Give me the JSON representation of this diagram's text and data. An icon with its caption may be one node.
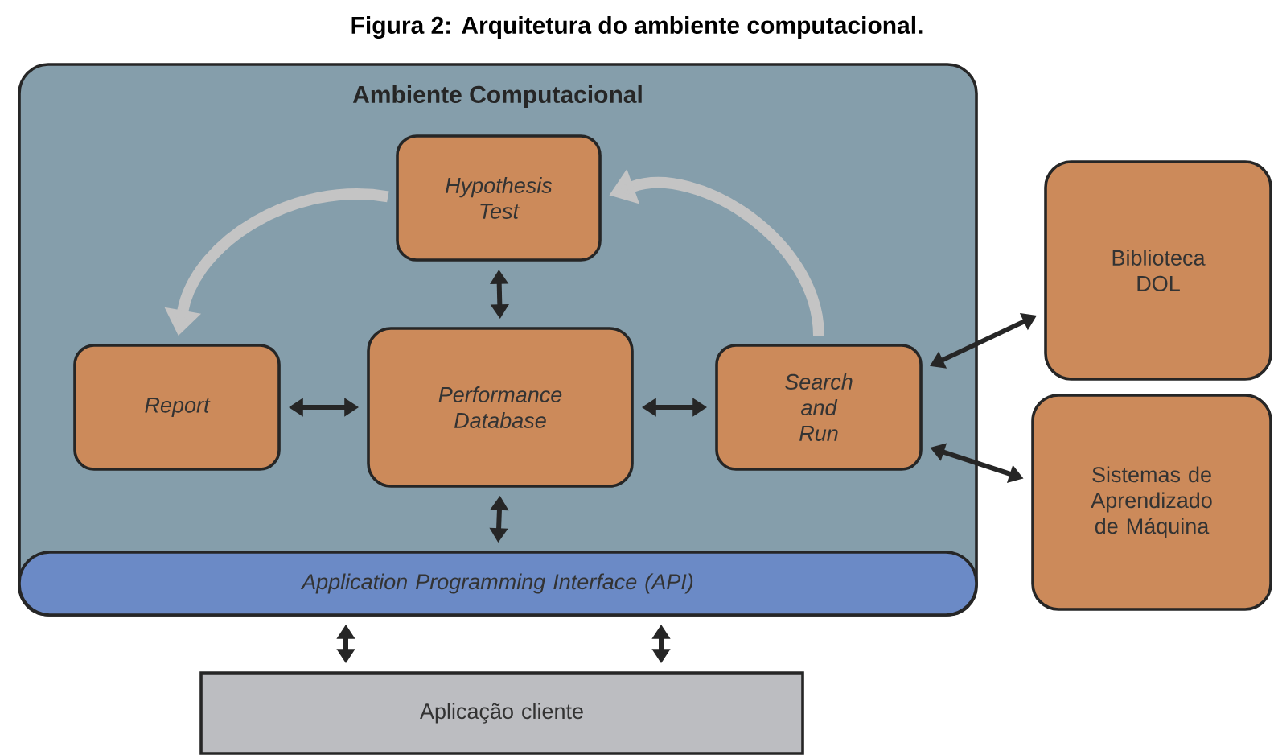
{
  "diagram": {
    "title": "Figura 2: Arquitetura do ambiente computacional.",
    "nodes": [
      {
        "text": [
          "Ambiente Computacional"
        ]
      },
      {
        "text": [
          "Hypothesis Test"
        ],
        "in": 0
      },
      {
        "text": [
          "Report"
        ],
        "in": 0
      },
      {
        "text": [
          "Performance Database"
        ],
        "in": 0
      },
      {
        "text": [
          "Search and Run"
        ],
        "in": 0
      },
      {
        "text": [
          "Application Programming Interface (API)"
        ],
        "in": 0
      },
      {
        "text": [
          "Biblioteca DOL"
        ]
      },
      {
        "text": [
          "Sistemas de Aprendizado de Máquina"
        ]
      },
      {
        "text": [
          "Aplicação cliente"
        ]
      }
    ],
    "edges": [
      {
        "from": 1,
        "to": 2,
        "arrow": "to",
        "style": "thick",
        "color": "#c4c4c4"
      },
      {
        "from": 4,
        "to": 1,
        "arrow": "to",
        "style": "thick",
        "color": "#c4c4c4"
      },
      {
        "from": 1,
        "to": 3,
        "arrow": "both"
      },
      {
        "from": 2,
        "to": 3,
        "arrow": "both"
      },
      {
        "from": 3,
        "to": 4,
        "arrow": "both"
      },
      {
        "from": 3,
        "to": 5,
        "arrow": "both"
      },
      {
        "from": 4,
        "to": 6,
        "arrow": "both"
      },
      {
        "from": 4,
        "to": 7,
        "arrow": "both"
      },
      {
        "from": 5,
        "to": 8,
        "arrow": "both"
      },
      {
        "from": 5,
        "to": 8,
        "arrow": "both"
      }
    ]
  }
}
